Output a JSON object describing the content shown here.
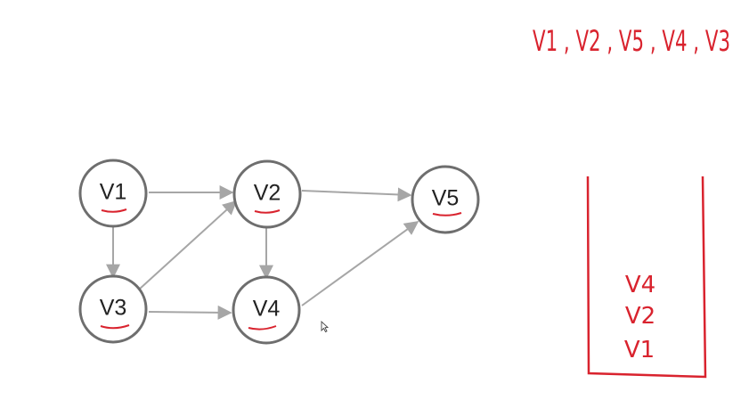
{
  "graph": {
    "nodes": [
      {
        "id": "V1",
        "label": "V1"
      },
      {
        "id": "V2",
        "label": "V2"
      },
      {
        "id": "V3",
        "label": "V3"
      },
      {
        "id": "V4",
        "label": "V4"
      },
      {
        "id": "V5",
        "label": "V5"
      }
    ],
    "edges": [
      {
        "from": "V1",
        "to": "V2"
      },
      {
        "from": "V1",
        "to": "V3"
      },
      {
        "from": "V2",
        "to": "V5"
      },
      {
        "from": "V2",
        "to": "V4"
      },
      {
        "from": "V3",
        "to": "V2"
      },
      {
        "from": "V3",
        "to": "V4"
      },
      {
        "from": "V4",
        "to": "V5"
      }
    ],
    "edge_color": "#a6a6a6",
    "node_stroke_color": "#6e6e6e"
  },
  "annotations": {
    "ink_color": "#d9232e",
    "order_text": "V1 , V2 , V5 , V4 , V3",
    "stack": {
      "items_top_to_bottom": [
        "V4",
        "V2",
        "V1"
      ]
    }
  },
  "cursor_icon": "mouse-pointer-icon"
}
